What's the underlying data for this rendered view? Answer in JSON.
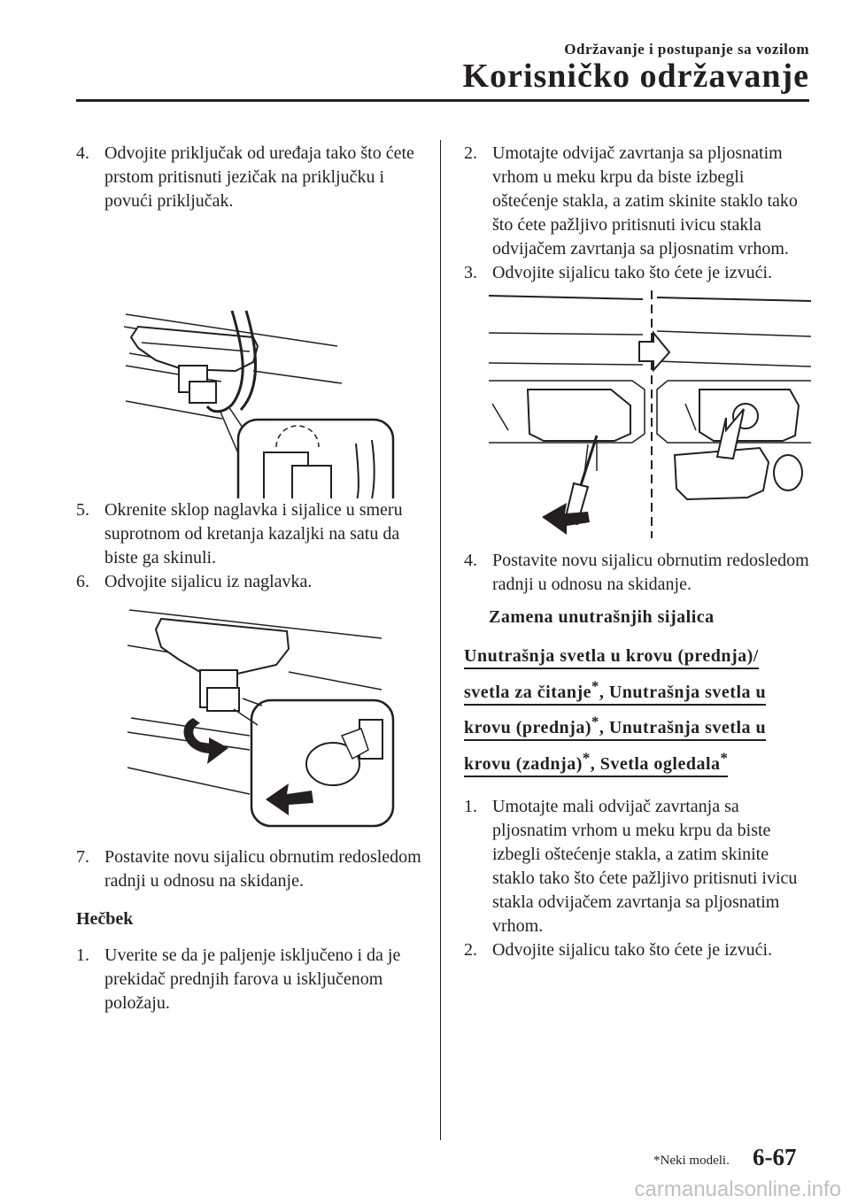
{
  "header": {
    "subtitle": "Održavanje i postupanje sa vozilom",
    "title": "Korisničko održavanje"
  },
  "left": {
    "step4": {
      "num": "4.",
      "text": "Odvojite priključak od uređaja tako što ćete prstom pritisnuti jezičak na priključku i povući priključak."
    },
    "step5": {
      "num": "5.",
      "text": "Okrenite sklop naglavka i sijalice u smeru suprotnom od kretanja kazaljki na satu da biste ga skinuli."
    },
    "step6": {
      "num": "6.",
      "text": "Odvojite sijalicu iz naglavka."
    },
    "step7": {
      "num": "7.",
      "text": "Postavite novu sijalicu obrnutim redosledom radnji u odnosu na skidanje."
    },
    "heading": "Hečbek",
    "h_step1": {
      "num": "1.",
      "text": "Uverite se da je paljenje isključeno i da je prekidač prednjih farova u isključenom položaju."
    }
  },
  "right": {
    "step2": {
      "num": "2.",
      "text": "Umotajte odvijač zavrtanja sa pljosnatim vrhom u meku krpu da biste izbegli oštećenje stakla, a zatim skinite staklo tako što ćete pažljivo pritisnuti ivicu stakla odvijačem zavrtanja sa pljosnatim vrhom."
    },
    "step3": {
      "num": "3.",
      "text": "Odvojite sijalicu tako što ćete je izvući."
    },
    "step4": {
      "num": "4.",
      "text": "Postavite novu sijalicu obrnutim redosledom radnji u odnosu na skidanje."
    },
    "section_title": "Zamena unutrašnjih sijalica",
    "subsection": {
      "line1": "Unutrašnja svetla u krovu (prednja)/",
      "line2": "svetla za čitanje",
      "line2b": ", Unutrašnja svetla u",
      "line3": "krovu (prednja)",
      "line3b": ", Unutrašnja svetla u",
      "line4": "krovu (zadnja)",
      "line4b": ", Svetla ogledala",
      "asterisk": "*"
    },
    "i_step1": {
      "num": "1.",
      "text": "Umotajte mali odvijač zavrtanja sa pljosnatim vrhom u meku krpu da biste izbegli oštećenje stakla, a zatim skinite staklo tako što ćete pažljivo pritisnuti ivicu stakla odvijačem zavrtanja sa pljosnatim vrhom."
    },
    "i_step2": {
      "num": "2.",
      "text": "Odvojite sijalicu tako što ćete je izvući."
    }
  },
  "footer": {
    "note": "*Neki modeli.",
    "page": "6-67"
  },
  "watermark": "carmanualsonline.info"
}
